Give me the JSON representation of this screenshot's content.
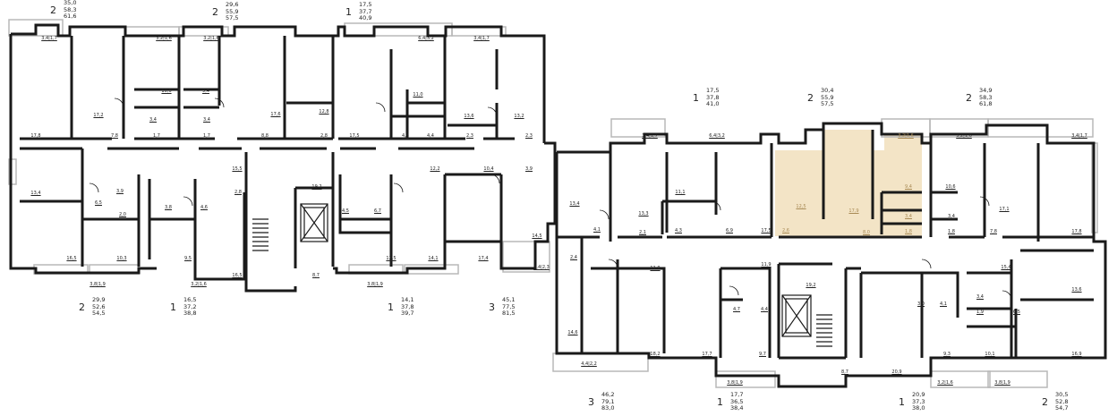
{
  "highlight_color": "#f3e4c6",
  "top_left_apartments": [
    {
      "rooms": "2",
      "areas": [
        "35,0",
        "58,3",
        "61,6"
      ]
    },
    {
      "rooms": "2",
      "areas": [
        "29,6",
        "55,9",
        "57,5"
      ]
    },
    {
      "rooms": "1",
      "areas": [
        "17,5",
        "37,7",
        "40,9"
      ]
    },
    {
      "rooms": "2",
      "areas": [
        "29,9",
        "52,6",
        "54,5"
      ]
    },
    {
      "rooms": "1",
      "areas": [
        "16,5",
        "37,2",
        "38,8"
      ]
    },
    {
      "rooms": "1",
      "areas": [
        "14,1",
        "37,8",
        "39,7"
      ]
    },
    {
      "rooms": "3",
      "areas": [
        "45,1",
        "77,5",
        "81,5"
      ]
    }
  ],
  "top_right_apartments": [
    {
      "rooms": "1",
      "areas": [
        "17,5",
        "37,8",
        "41,0"
      ]
    },
    {
      "rooms": "2",
      "areas": [
        "30,4",
        "55,9",
        "57,5"
      ]
    },
    {
      "rooms": "2",
      "areas": [
        "34,9",
        "58,3",
        "61,8"
      ]
    }
  ],
  "bottom_right_apartments": [
    {
      "rooms": "3",
      "areas": [
        "46,2",
        "79,1",
        "83,0"
      ]
    },
    {
      "rooms": "1",
      "areas": [
        "17,7",
        "36,5",
        "38,4"
      ]
    },
    {
      "rooms": "1",
      "areas": [
        "20,9",
        "37,3",
        "38,0"
      ]
    },
    {
      "rooms": "2",
      "areas": [
        "30,5",
        "52,8",
        "54,7"
      ]
    }
  ],
  "room_labels": {
    "left": [
      "3,4|1,7",
      "3,2|1,6",
      "3,2|1,6",
      "6,4|3,2",
      "3,4|1,7",
      "10,6",
      "9,4",
      "11,0",
      "13,6",
      "13,2",
      "17,2",
      "17,6",
      "12,8",
      "3,4",
      "3,4",
      "17,8",
      "7,8",
      "1,7",
      "1,7",
      "8,8",
      "2,8",
      "17,5",
      "4,8",
      "4,4",
      "2,3",
      "2,3",
      "15,5",
      "12,2",
      "10,4",
      "3,9",
      "13,4",
      "3,9",
      "19,2",
      "6,5",
      "2,0",
      "3,8",
      "4,6",
      "2,8",
      "4,5",
      "6,7",
      "14,5",
      "16,5",
      "10,3",
      "9,5",
      "16,5",
      "12,5",
      "14,1",
      "17,4",
      "8,7",
      "4,4|2,3",
      "3,8|1,9",
      "3,2|1,6",
      "3,8|1,9"
    ],
    "right": [
      "3,4|1,7",
      "6,4|3,2",
      "3,2|1,6",
      "3,2|1,6",
      "3,4|1,7",
      "11,1",
      "10,6",
      "13,4",
      "13,3",
      "12,5",
      "17,9",
      "9,4",
      "17,1",
      "4,1",
      "2,1",
      "4,3",
      "6,9",
      "17,5",
      "2,6",
      "8,0",
      "3,4",
      "1,8",
      "3,4",
      "1,8",
      "7,8",
      "17,8",
      "2,4",
      "11,9",
      "11,0",
      "15,4",
      "19,2",
      "3,0",
      "4,1",
      "13,6",
      "3,4",
      "4,7",
      "4,4",
      "1,9",
      "6,5",
      "14,6",
      "18,2",
      "17,7",
      "9,7",
      "8,7",
      "20,9",
      "9,3",
      "10,1",
      "16,9",
      "4,4|2,2",
      "3,8|1,9",
      "3,2|1,6",
      "3,8|1,9"
    ]
  }
}
